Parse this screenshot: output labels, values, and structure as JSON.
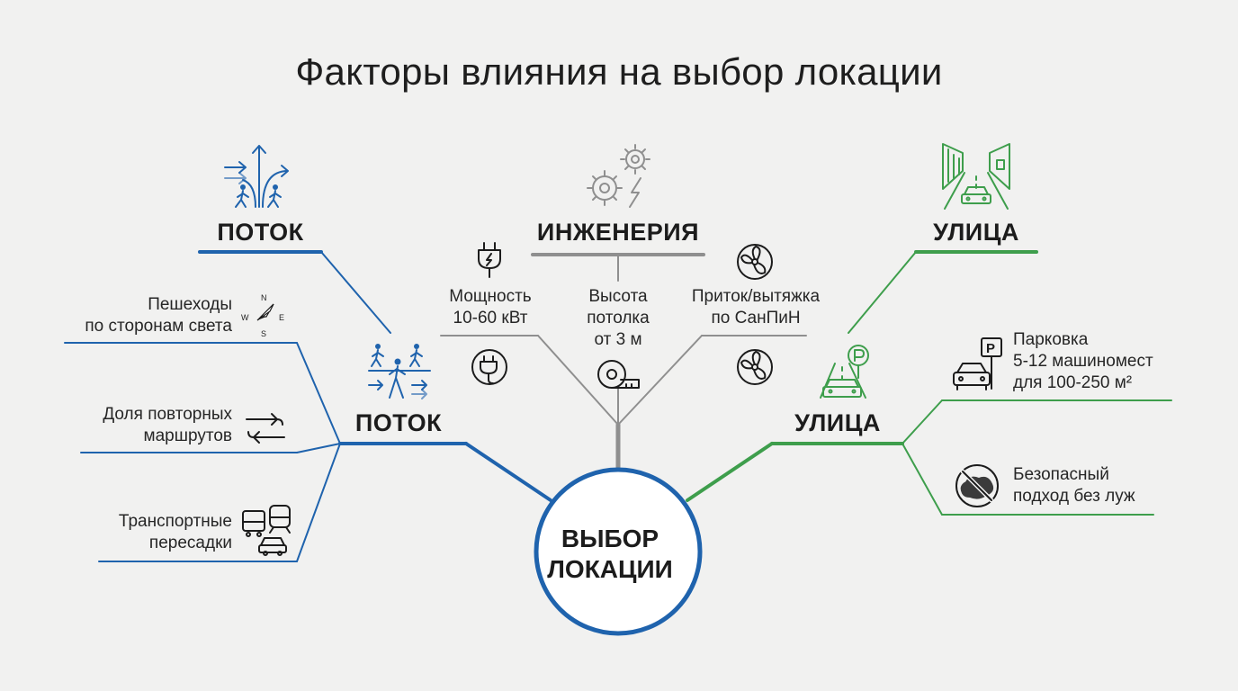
{
  "title": "Факторы влияния на выбор локации",
  "center": {
    "lines": [
      "ВЫБОР",
      "ЛОКАЦИИ"
    ]
  },
  "colors": {
    "flow": "#1f63ad",
    "engineering": "#8f8f8f",
    "street": "#3e9e4c",
    "text": "#1c1c1c",
    "background": "#f1f1f0"
  },
  "flow": {
    "top_heading": "ПОТОК",
    "heading": "ПОТОК",
    "icons": [
      "directions-arrows-pedestrians-icon",
      "pedestrians-flow-icon"
    ],
    "items": [
      {
        "lines": [
          "Пешеходы",
          "по сторонам света"
        ],
        "icon": "compass-icon",
        "compass": {
          "n": "N",
          "s": "S",
          "w": "W",
          "e": "E"
        }
      },
      {
        "lines": [
          "Доля повторных",
          "маршрутов"
        ],
        "icon": "repeat-arrows-icon"
      },
      {
        "lines": [
          "Транспортные",
          "пересадки"
        ],
        "icon": "transport-bus-train-car-icon"
      }
    ]
  },
  "engineering": {
    "heading": "ИНЖЕНЕРИЯ",
    "icon": "gears-lightning-icon",
    "items": [
      {
        "lines": [
          "Мощность",
          "10-60 кВт"
        ],
        "icons": [
          "power-plug-icon",
          "plug-circle-icon"
        ]
      },
      {
        "lines": [
          "Высота",
          "потолка",
          "от 3 м"
        ],
        "icon": "tape-measure-icon"
      },
      {
        "lines": [
          "Приток/вытяжка",
          "по СанПиН"
        ],
        "icons": [
          "fan-icon",
          "fan-icon"
        ]
      }
    ]
  },
  "street": {
    "top_heading": "УЛИЦА",
    "heading": "УЛИЦА",
    "icons": [
      "street-perspective-car-icon",
      "street-car-parking-icon"
    ],
    "items": [
      {
        "lines": [
          "Парковка",
          "5-12 машиномест",
          "для 100-250 м²"
        ],
        "icon": "car-parking-sign-icon",
        "sign_letter": "P"
      },
      {
        "lines": [
          "Безопасный",
          "подход без луж"
        ],
        "icon": "no-puddle-icon"
      }
    ]
  }
}
